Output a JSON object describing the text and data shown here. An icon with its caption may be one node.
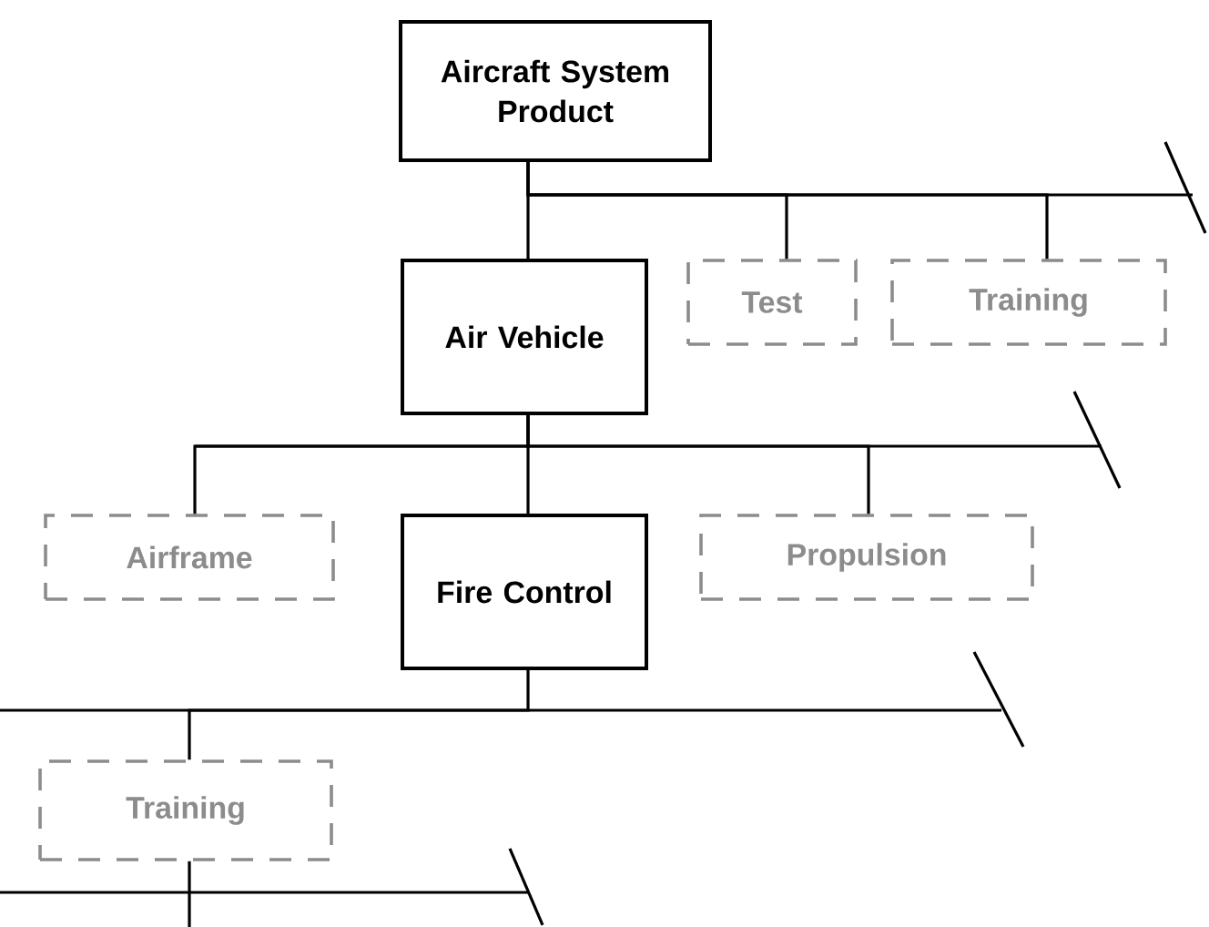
{
  "diagram": {
    "nodes": [
      {
        "text": [
          "Aircraft System Product"
        ]
      },
      {
        "text": [
          "Air Vehicle"
        ]
      },
      {
        "text": [
          "Test"
        ]
      },
      {
        "text": [
          "Training"
        ]
      },
      {
        "text": [
          "Airframe"
        ]
      },
      {
        "text": [
          "Fire Control"
        ]
      },
      {
        "text": [
          "Propulsion"
        ]
      },
      {
        "text": [
          "Training"
        ]
      }
    ],
    "edges": [
      {
        "from": 0,
        "to": 1,
        "arrow": "none"
      },
      {
        "from": 0,
        "to": 2,
        "arrow": "none"
      },
      {
        "from": 0,
        "to": 3,
        "arrow": "none"
      },
      {
        "from": 1,
        "to": 4,
        "arrow": "none"
      },
      {
        "from": 1,
        "to": 5,
        "arrow": "none"
      },
      {
        "from": 1,
        "to": 6,
        "arrow": "none"
      },
      {
        "from": 5,
        "to": 7,
        "arrow": "none"
      },
      {
        "from": 7,
        "to": null,
        "arrow": "none"
      }
    ]
  }
}
